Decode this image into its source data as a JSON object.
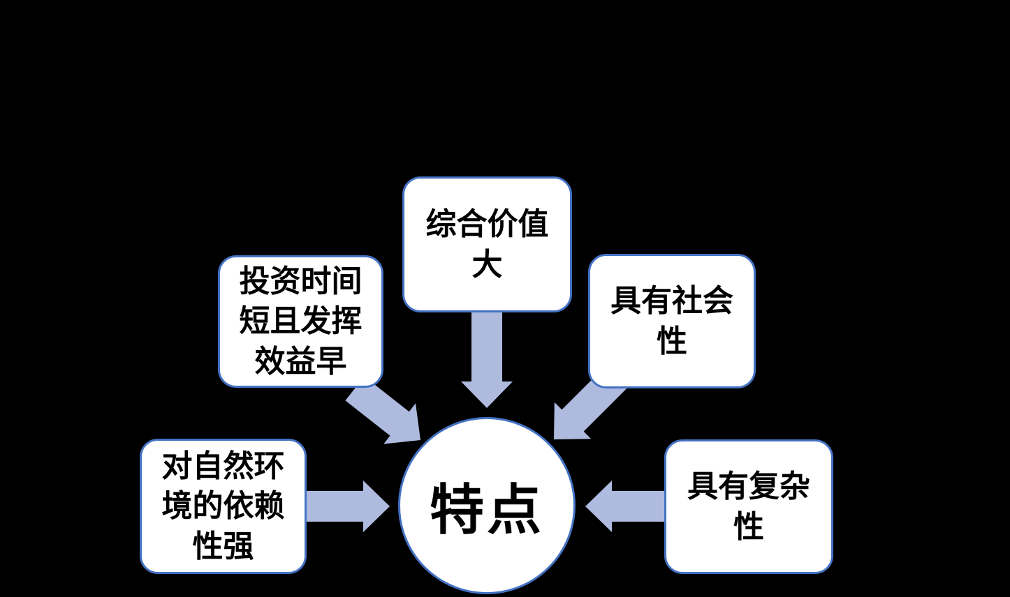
{
  "diagram": {
    "background_color": "#000000",
    "box_fill": "#FFFFFF",
    "box_border_color": "#4472C4",
    "arrow_fill": "#AEBADE",
    "text_color": "#000000",
    "center": {
      "label": "特点"
    },
    "nodes": [
      {
        "id": "comprehensive-value",
        "text": "综合价值大",
        "label": "综合价值\n大"
      },
      {
        "id": "short-investment-time",
        "text": "投资时间短且发挥效益早",
        "label": "投资时间\n短且发挥\n效益早"
      },
      {
        "id": "social-nature",
        "text": "具有社会性",
        "label": "具有社会\n性"
      },
      {
        "id": "environment-dependence",
        "text": "对自然环境的依赖性强",
        "label": "对自然环\n境的依赖\n性强"
      },
      {
        "id": "complexity",
        "text": "具有复杂性",
        "label": "具有复杂\n性"
      }
    ]
  }
}
